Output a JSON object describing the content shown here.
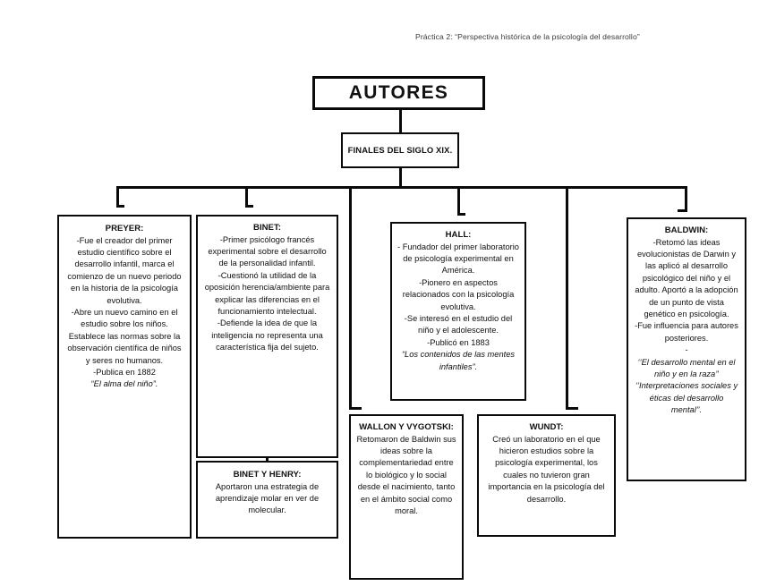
{
  "page": {
    "caption": "Práctica 2: “Perspectiva histórica de la psicología del desarrollo”",
    "ink_color": "#0a0a0a",
    "background_color": "#ffffff"
  },
  "diagram": {
    "type": "concept-map",
    "root": {
      "title": "AUTORES"
    },
    "period": {
      "title": "FINALES DEL SIGLO XIX."
    },
    "nodes": [
      {
        "id": "preyer",
        "title": "PREYER:",
        "body": "-Fue el creador del primer estudio científico sobre el desarrollo infantil, marca el comienzo de un nuevo periodo en la historia de la psicología evolutiva.\n-Abre un nuevo camino en el estudio sobre los niños. Establece las normas sobre la observación científica de niños y seres no humanos.\n-Publica en 1882",
        "body_italic": "“El alma del niño”."
      },
      {
        "id": "binet",
        "title": "BINET:",
        "body": "-Primer psicólogo francés experimental sobre el desarrollo de la personalidad infantil.\n-Cuestionó la utilidad de la oposición herencia/ambiente para explicar las diferencias en el funcionamiento intelectual.\n-Defiende la idea de que la inteligencia no representa una característica fija del sujeto."
      },
      {
        "id": "binet-y-henry",
        "title": "BINET Y HENRY:",
        "body": "Aportaron una estrategia de aprendizaje molar en ver de molecular."
      },
      {
        "id": "hall",
        "title": "HALL:",
        "body": "- Fundador del primer laboratorio de psicología experimental en América.\n-Pionero en aspectos relacionados con la psicología evolutiva.\n-Se interesó en el estudio del niño y el adolescente.\n-Publicó en 1883",
        "body_italic": "“Los contenidos de las mentes infantiles”."
      },
      {
        "id": "wallon-y-vygotski",
        "title": "WALLON Y VYGOTSKI:",
        "body": "Retomaron de Baldwin sus ideas sobre la complementariedad entre lo biológico y lo social desde el nacimiento, tanto en el ámbito social como moral."
      },
      {
        "id": "wundt",
        "title": "WUNDT:",
        "body": "Creó un laboratorio en el que hicieron estudios sobre la psicología experimental, los cuales no tuvieron gran importancia en la psicología del desarrollo."
      },
      {
        "id": "baldwin",
        "title": "BALDWIN:",
        "body": "-Retomó las ideas evolucionistas de Darwin y las aplicó al desarrollo psicológico del niño y el adulto. Aportó a la adopción de un punto de vista genético en psicología.\n-Fue influencia para autores posteriores.\n-",
        "body_italic": "‘’El desarrollo mental en el niño y en la raza’’\n‘’Interpretaciones sociales y éticas del desarrollo mental’’."
      }
    ]
  }
}
